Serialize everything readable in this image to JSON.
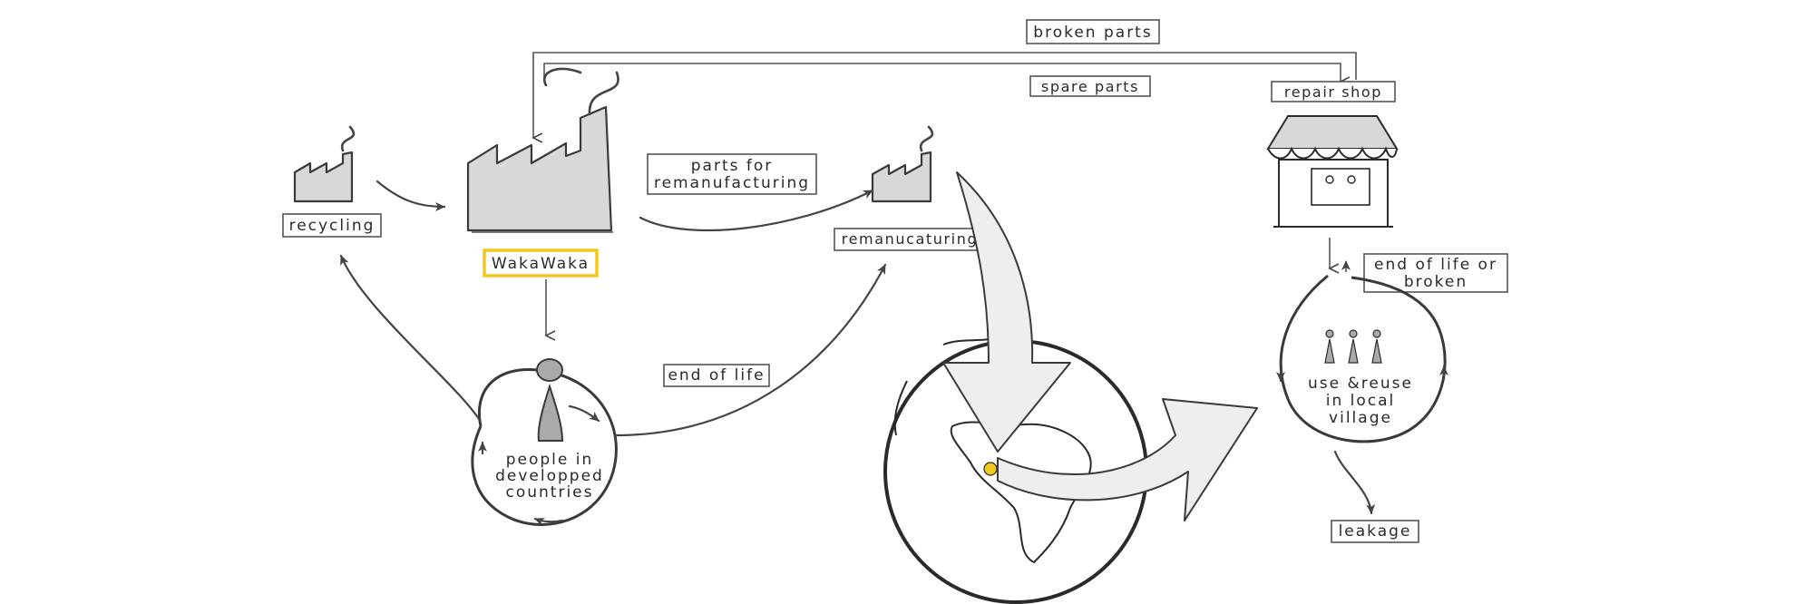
{
  "labels": {
    "broken_parts": "broken parts",
    "spare_parts": "spare parts",
    "repair_shop": "repair shop",
    "recycling": "recycling",
    "wakawaka": "WakaWaka",
    "parts_for_reman": [
      "parts for",
      "remanufacturing"
    ],
    "remanufacturing": "remanucaturing",
    "end_of_life": "end of life",
    "end_of_life_or_broken": [
      "end of life or",
      "broken"
    ],
    "people_in_developed": [
      "people in",
      "developped",
      "countries"
    ],
    "use_reuse": [
      "use &reuse",
      "in local",
      "village"
    ],
    "leakage": "leakage"
  },
  "colors": {
    "highlight": "#f2c81e",
    "ink": "#3a3a3a",
    "fill": "#d8d8d8"
  },
  "icons": [
    "factory-icon",
    "person-icon",
    "globe-icon",
    "repair-shop-icon"
  ]
}
